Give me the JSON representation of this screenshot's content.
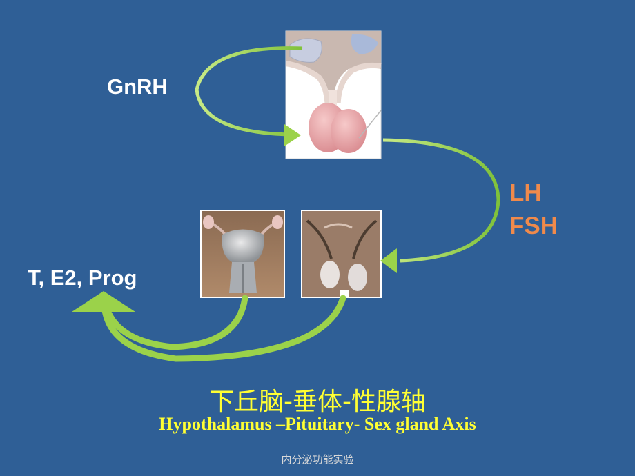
{
  "labels": {
    "gnrh": "GnRH",
    "lh": "LH",
    "fsh": "FSH",
    "hormones": "T, E2, Prog"
  },
  "title": {
    "chinese": "下丘脑-垂体-性腺轴",
    "english": "Hypothalamus –Pituitary- Sex gland Axis"
  },
  "footer": "内分泌功能实验",
  "images": {
    "pituitary": "hypothalamus-pituitary-illustration",
    "ovary": "uterus-ovary-illustration",
    "testis": "testis-illustration"
  },
  "colors": {
    "background": "#2f5f96",
    "arrow": "#9bd24a",
    "hormone_label": "#f08a4b",
    "title": "#ffff33"
  }
}
